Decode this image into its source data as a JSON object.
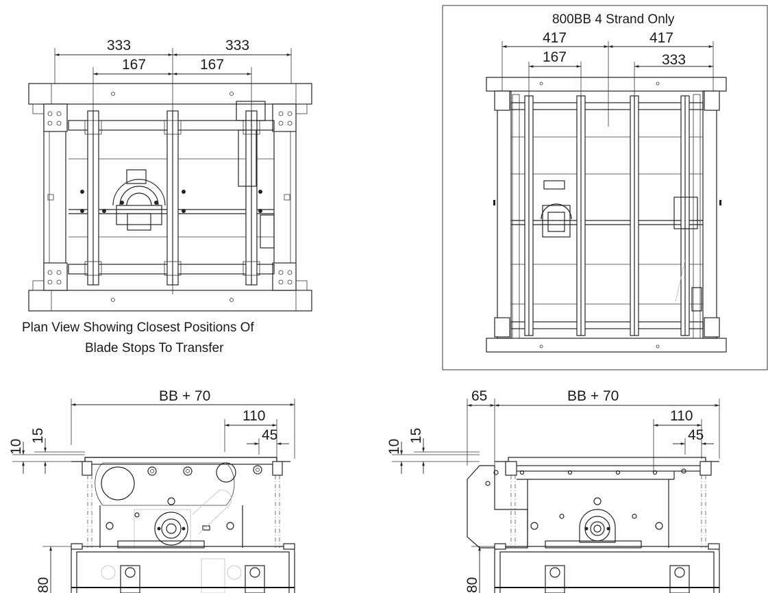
{
  "top_left": {
    "dim_outer_left": "333",
    "dim_outer_right": "333",
    "dim_inner_left": "167",
    "dim_inner_right": "167",
    "caption_line1": "Plan View Showing Closest Positions Of",
    "caption_line2": "Blade Stops To Transfer"
  },
  "top_right": {
    "title": "800BB 4 Strand Only",
    "dim_outer_left": "417",
    "dim_outer_right": "417",
    "dim_inner_left": "167",
    "dim_inner_right": "333"
  },
  "bottom_left": {
    "dim_width": "BB + 70",
    "dim_110": "110",
    "dim_45": "45",
    "dim_10": "10",
    "dim_15": "15",
    "dim_80": "80"
  },
  "bottom_right": {
    "dim_65": "65",
    "dim_width": "BB + 70",
    "dim_110": "110",
    "dim_45": "45",
    "dim_10": "10",
    "dim_15": "15",
    "dim_80": "80"
  }
}
